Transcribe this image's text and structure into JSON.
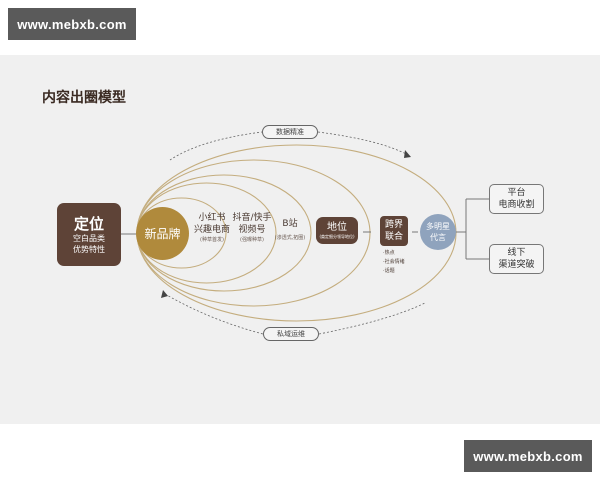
{
  "watermarks": {
    "top": "www.mebxb.com",
    "bottom": "www.mebxb.com"
  },
  "title": "内容出圈模型",
  "colors": {
    "dark_brown": "#5e4337",
    "gold": "#b08a3c",
    "blue": "#8fa3bd",
    "panel_bg": "#f0f0f0",
    "ring_stroke": "#c4ad7e"
  },
  "positioning": {
    "main": "定位",
    "sub_line1": "空白品类",
    "sub_line2": "优势特性"
  },
  "new_brand": "新品牌",
  "rings": [
    {
      "line1": "小红书",
      "line2": "兴趣电商",
      "note": "(种草首发)"
    },
    {
      "line1": "抖音/快手",
      "line2": "视频号",
      "note": "(强曝种草)"
    },
    {
      "line1": "B站",
      "line2": "",
      "note": "(渗透式,拓圈)"
    }
  ],
  "status": {
    "main": "地位",
    "sub": "(奠定细分领导地位)"
  },
  "crossover": {
    "line1": "跨界",
    "line2": "联合",
    "bullets": [
      "·热点",
      "·社会情绪",
      "·话题"
    ]
  },
  "celebrity": {
    "line1": "多明星",
    "line2": "代言"
  },
  "outcomes": [
    {
      "line1": "平台",
      "line2": "电商收割"
    },
    {
      "line1": "线下",
      "line2": "渠道突破"
    }
  ],
  "cycle": {
    "top": "数据精准",
    "bottom": "私域运维"
  }
}
